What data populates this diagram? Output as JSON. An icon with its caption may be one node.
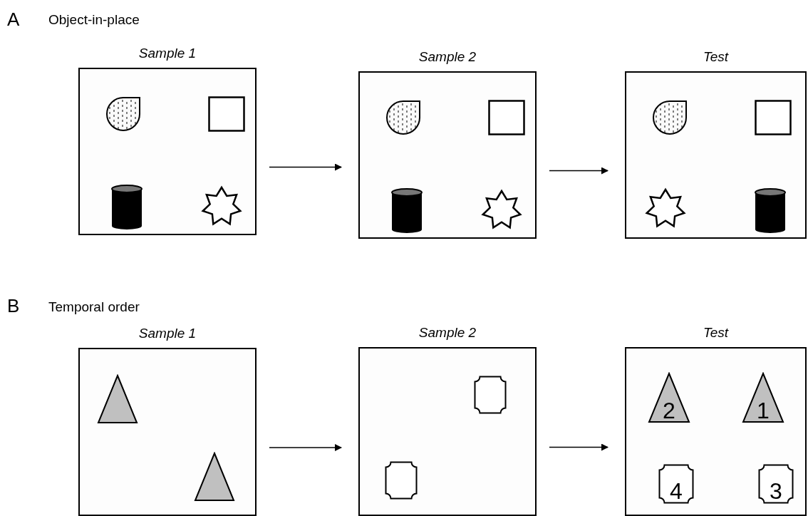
{
  "diagram": {
    "nodes": [
      {
        "text": [
          "Sample 1"
        ]
      },
      {
        "text": [],
        "shape": "drop",
        "in": 0
      },
      {
        "text": [],
        "shape": "box",
        "in": 0
      },
      {
        "text": [],
        "shape": "cylinder",
        "in": 0
      },
      {
        "text": [],
        "shape": "star",
        "in": 0
      },
      {
        "text": [
          "Sample 2"
        ]
      },
      {
        "text": [],
        "shape": "drop",
        "in": 5
      },
      {
        "text": [],
        "shape": "box",
        "in": 5
      },
      {
        "text": [],
        "shape": "cylinder",
        "in": 5
      },
      {
        "text": [],
        "shape": "star",
        "in": 5
      },
      {
        "text": [
          "Test"
        ]
      },
      {
        "text": [],
        "shape": "drop",
        "in": 10
      },
      {
        "text": [],
        "shape": "box",
        "in": 10
      },
      {
        "text": [],
        "shape": "star",
        "in": 10
      },
      {
        "text": [],
        "shape": "cylinder",
        "in": 10
      },
      {
        "text": [
          "Sample 1"
        ]
      },
      {
        "text": [],
        "shape": "triangle",
        "in": 15
      },
      {
        "text": [],
        "shape": "triangle",
        "in": 15
      },
      {
        "text": [
          "Sample 2"
        ]
      },
      {
        "text": [],
        "shape": "octagon",
        "in": 18
      },
      {
        "text": [],
        "shape": "octagon",
        "in": 18
      },
      {
        "text": [
          "Test"
        ]
      },
      {
        "text": [
          "2"
        ],
        "in": 21
      },
      {
        "text": [
          "1"
        ],
        "in": 21
      },
      {
        "text": [
          "4"
        ],
        "in": 21
      },
      {
        "text": [
          "3"
        ],
        "in": 21
      }
    ],
    "edges": [
      {
        "from": 0,
        "to": 5,
        "arrow": "to"
      },
      {
        "from": 5,
        "to": 10,
        "arrow": "to"
      },
      {
        "from": 15,
        "to": 18,
        "arrow": "to"
      },
      {
        "from": 18,
        "to": 21,
        "arrow": "to"
      }
    ],
    "labels": [
      "A",
      "Object-in-place",
      "B",
      "Temporal order"
    ]
  }
}
